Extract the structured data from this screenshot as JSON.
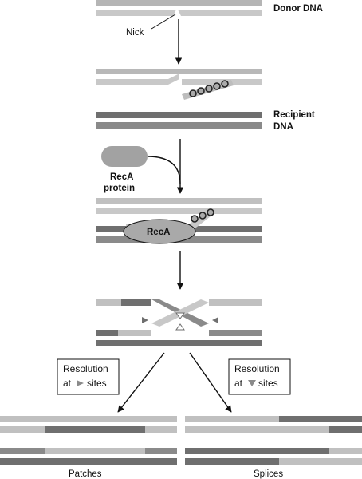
{
  "labels": {
    "donor": "Donor DNA",
    "nick": "Nick",
    "recipient_line1": "Recipient",
    "recipient_line2": "DNA",
    "reca_line1": "RecA",
    "reca_line2": "protein",
    "reca_blob": "RecA",
    "box_left_line1": "Resolution",
    "box_left_line2_pre": "at",
    "box_left_line2_post": "sites",
    "box_right_line1": "Resolution",
    "box_right_line2_pre": "at",
    "box_right_line2_post": "sites",
    "patches": "Patches",
    "splices": "Splices"
  },
  "colors": {
    "donor_light": "#c4c4c4",
    "donor_mid": "#a9a9a9",
    "recipient_dark": "#6f6f6f",
    "recipient_mid": "#8a8a8a",
    "reca_fill": "#9e9e9e",
    "line": "#111111"
  }
}
